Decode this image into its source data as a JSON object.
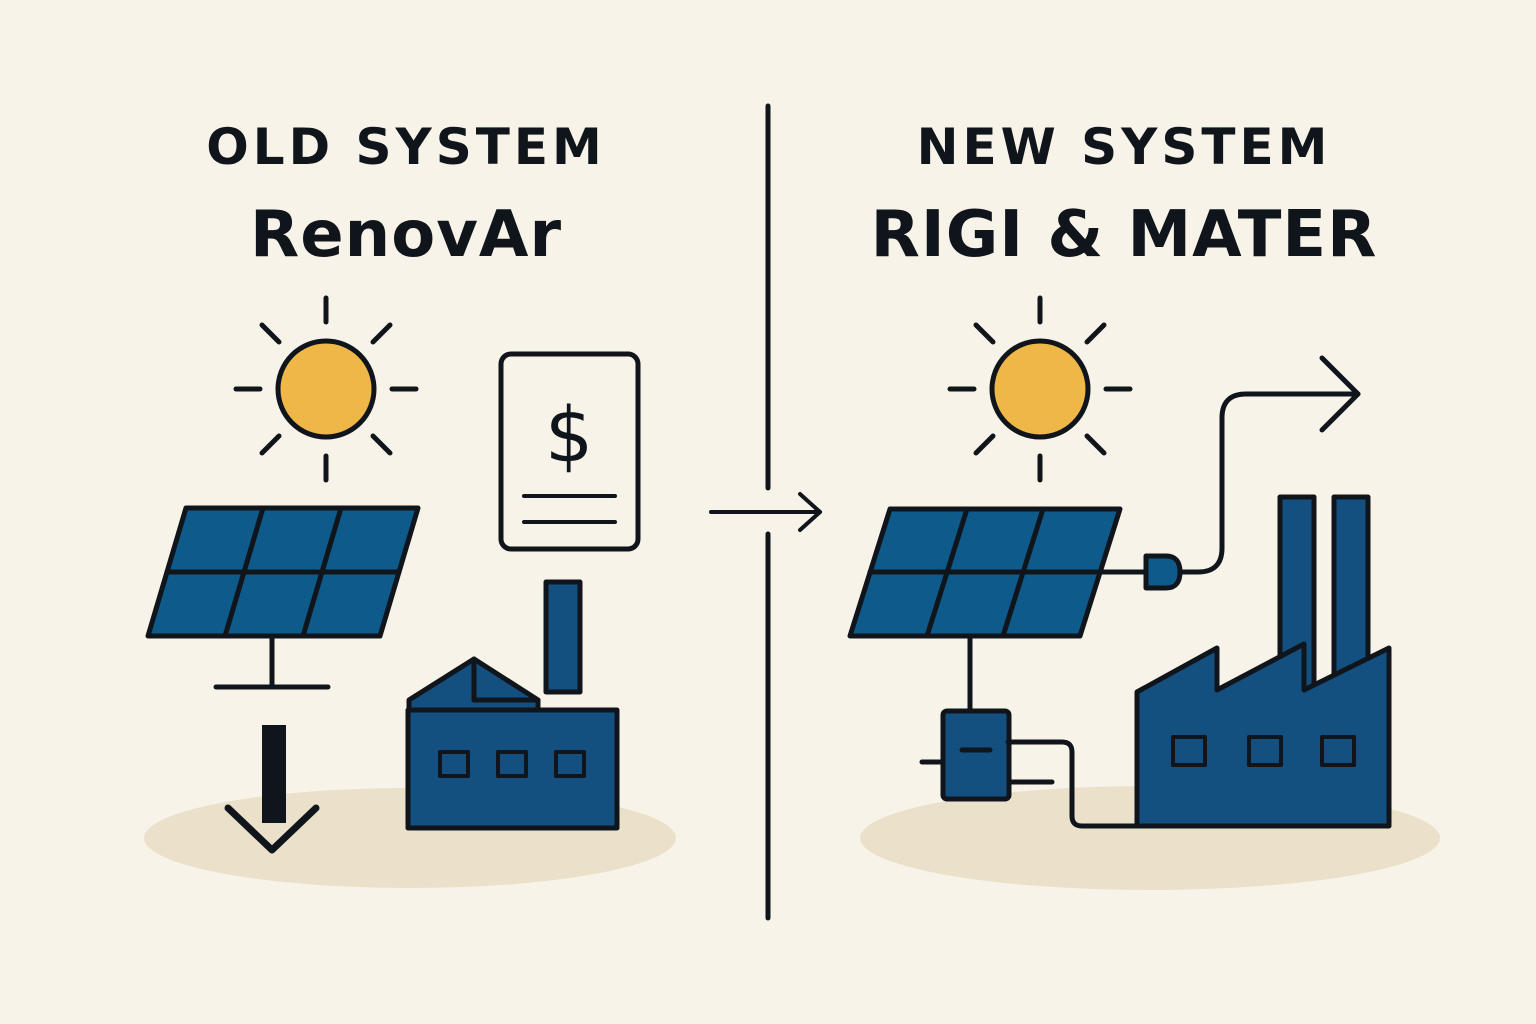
{
  "old_system": {
    "kicker": "OLD SYSTEM",
    "program": "RenovAr",
    "currency_symbol": "$"
  },
  "new_system": {
    "kicker": "NEW SYSTEM",
    "program": "RIGI & MATER"
  },
  "colors": {
    "background": "#f8f3e9",
    "ink": "#10151c",
    "panel_blue": "#0e5a8a",
    "factory_blue": "#13507f",
    "sun": "#efb748",
    "ground": "#ebe1cb"
  },
  "icons": [
    "sun-icon",
    "solar-panel-icon",
    "down-arrow-icon",
    "bill-icon",
    "factory-icon",
    "plug-icon",
    "meter-box-icon",
    "export-arrow-icon",
    "transition-arrow-icon"
  ]
}
